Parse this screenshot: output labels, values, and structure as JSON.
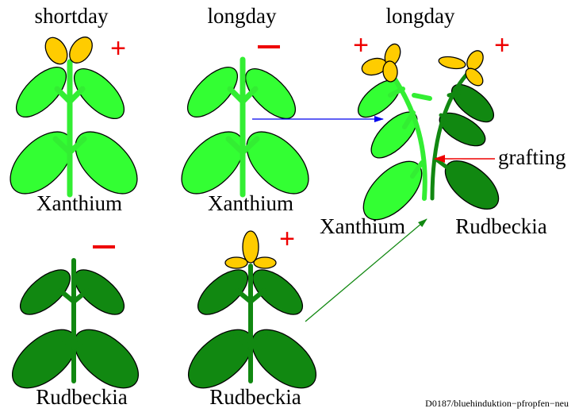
{
  "headers": {
    "col1": "shortday",
    "col2": "longday",
    "col3": "longday"
  },
  "labels": {
    "xanthium_1": "Xanthium",
    "xanthium_2": "Xanthium",
    "xanthium_graft": "Xanthium",
    "rudbeckia_graft": "Rudbeckia",
    "rudbeckia_1": "Rudbeckia",
    "rudbeckia_2": "Rudbeckia",
    "grafting": "grafting"
  },
  "signs": {
    "plus": "+",
    "minus": "—"
  },
  "footer": "D0187/bluehinduktion−pfropfen−neu",
  "colors": {
    "xanthium_leaf": "#33ff33",
    "xanthium_stem": "#33ee33",
    "rudbeckia_leaf": "#118811",
    "rudbeckia_stem": "#118811",
    "flower": "#ffcc00",
    "sign": "#ee0000",
    "arrow_blue": "#0000ee",
    "arrow_green": "#118811",
    "arrow_red": "#ee0000"
  }
}
